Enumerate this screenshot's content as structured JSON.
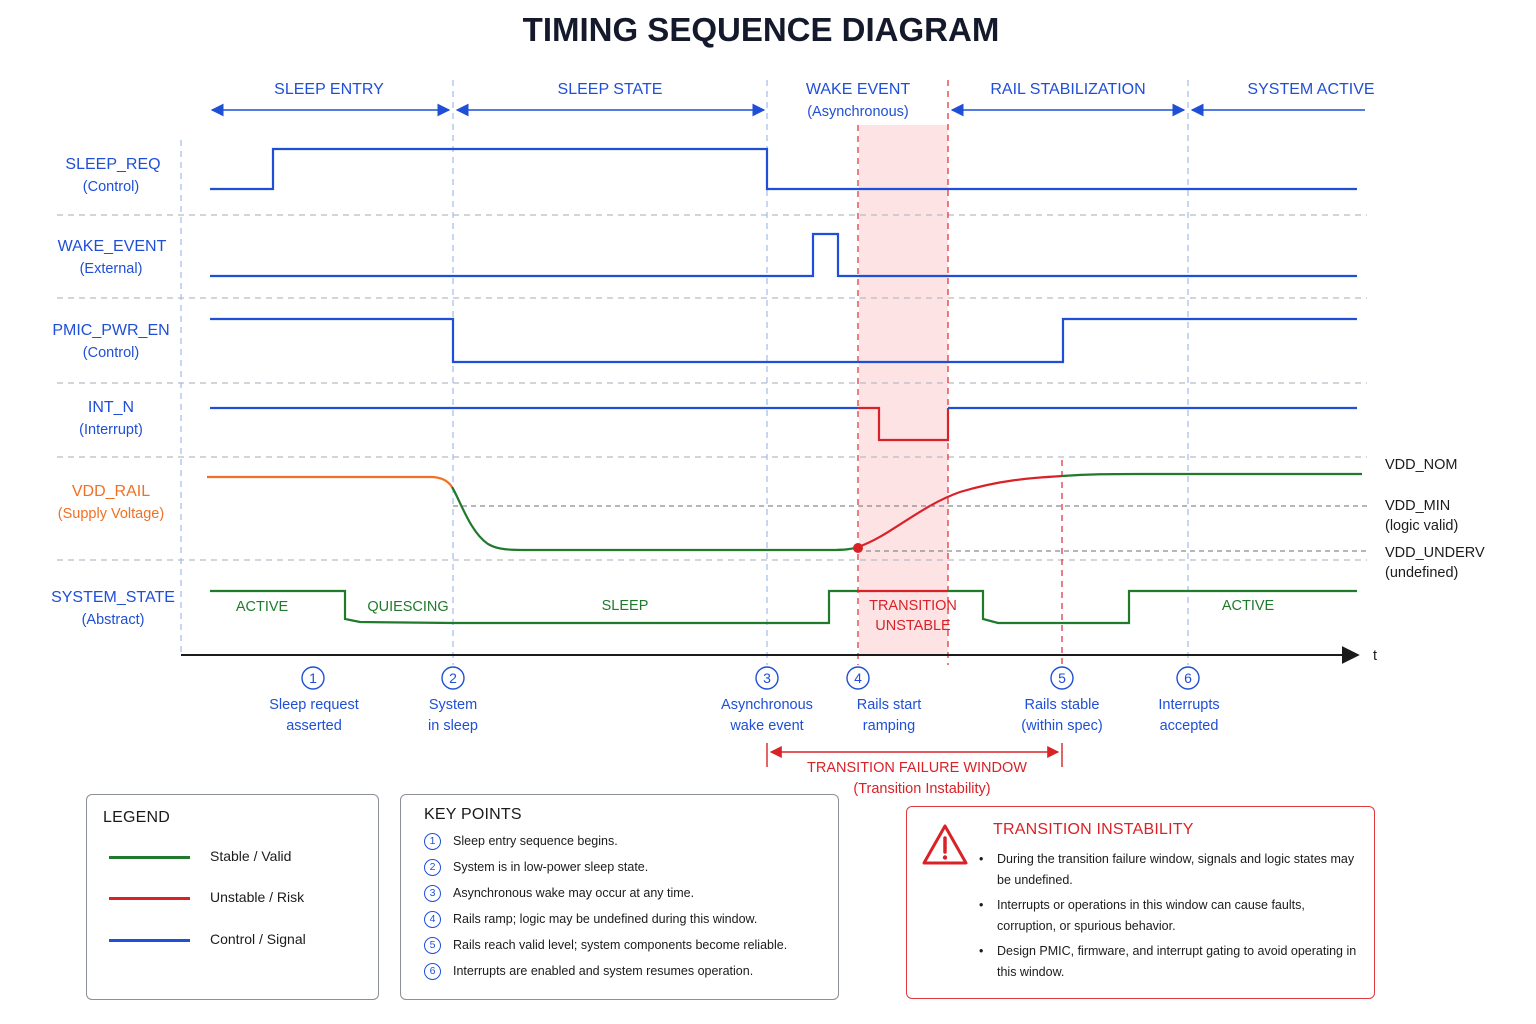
{
  "title": "TIMING SEQUENCE DIAGRAM",
  "colors": {
    "control": "#1f4fd6",
    "stable": "#1f7a2c",
    "unstable": "#d92228",
    "supply": "#f07025",
    "grid": "#b8bcc4",
    "highlight": "#fde3e3"
  },
  "phases": [
    {
      "label": "SLEEP ENTRY",
      "sub": ""
    },
    {
      "label": "SLEEP STATE",
      "sub": ""
    },
    {
      "label": "WAKE EVENT",
      "sub": "(Asynchronous)"
    },
    {
      "label": "RAIL STABILIZATION",
      "sub": ""
    },
    {
      "label": "SYSTEM ACTIVE",
      "sub": ""
    }
  ],
  "signals": [
    {
      "name": "SLEEP_REQ",
      "sub": "(Control)",
      "color": "control"
    },
    {
      "name": "WAKE_EVENT",
      "sub": "(External)",
      "color": "control"
    },
    {
      "name": "PMIC_PWR_EN",
      "sub": "(Control)",
      "color": "control"
    },
    {
      "name": "INT_N",
      "sub": "(Interrupt)",
      "color": "control"
    },
    {
      "name": "VDD_RAIL",
      "sub": "(Supply Voltage)",
      "color": "supply"
    },
    {
      "name": "SYSTEM_STATE",
      "sub": "(Abstract)",
      "color": "control"
    }
  ],
  "vdd_levels": {
    "nom": "VDD_NOM",
    "min": "VDD_MIN",
    "min_sub": "(logic valid)",
    "underv": "VDD_UNDERV",
    "underv_sub": "(undefined)"
  },
  "system_states": [
    {
      "label": "ACTIVE",
      "lines": [
        "ACTIVE"
      ],
      "color": "stable"
    },
    {
      "label": "QUIESCING",
      "lines": [
        "QUIESCING"
      ],
      "color": "stable"
    },
    {
      "label": "SLEEP",
      "lines": [
        "SLEEP"
      ],
      "color": "stable"
    },
    {
      "label": "TRANSITION UNSTABLE",
      "lines": [
        "TRANSITION",
        "UNSTABLE"
      ],
      "color": "unstable"
    },
    {
      "label": "ACTIVE",
      "lines": [
        "ACTIVE"
      ],
      "color": "stable"
    }
  ],
  "time_axis_label": "t",
  "events": [
    {
      "num": "1",
      "lines": [
        "Sleep request",
        "asserted"
      ]
    },
    {
      "num": "2",
      "lines": [
        "System",
        "in sleep"
      ]
    },
    {
      "num": "3",
      "lines": [
        "Asynchronous",
        "wake event"
      ]
    },
    {
      "num": "4",
      "lines": [
        "Rails start",
        "ramping"
      ]
    },
    {
      "num": "5",
      "lines": [
        "Rails stable",
        "(within spec)"
      ]
    },
    {
      "num": "6",
      "lines": [
        "Interrupts",
        "accepted"
      ]
    }
  ],
  "failure_window": {
    "label": "TRANSITION FAILURE WINDOW",
    "sub": "(Transition Instability)"
  },
  "legend": {
    "title": "LEGEND",
    "items": [
      {
        "label": "Stable / Valid",
        "color": "stable"
      },
      {
        "label": "Unstable / Risk",
        "color": "unstable"
      },
      {
        "label": "Control / Signal",
        "color": "control"
      }
    ]
  },
  "key_points": {
    "title": "KEY POINTS",
    "items": [
      {
        "num": "1",
        "text": "Sleep entry sequence begins."
      },
      {
        "num": "2",
        "text": "System is in low-power sleep state."
      },
      {
        "num": "3",
        "text": "Asynchronous wake may occur at any time."
      },
      {
        "num": "4",
        "text": "Rails ramp; logic may be undefined during this window."
      },
      {
        "num": "5",
        "text": "Rails reach valid level; system components become reliable."
      },
      {
        "num": "6",
        "text": "Interrupts are enabled and system resumes operation."
      }
    ]
  },
  "instability": {
    "title": "TRANSITION INSTABILITY",
    "icon": "warning-triangle-icon",
    "items": [
      "During the transition failure window, signals and logic states may be undefined.",
      "Interrupts or operations in this window can cause faults, corruption, or spurious behavior.",
      "Design PMIC, firmware, and interrupt gating to avoid operating in this window."
    ]
  }
}
